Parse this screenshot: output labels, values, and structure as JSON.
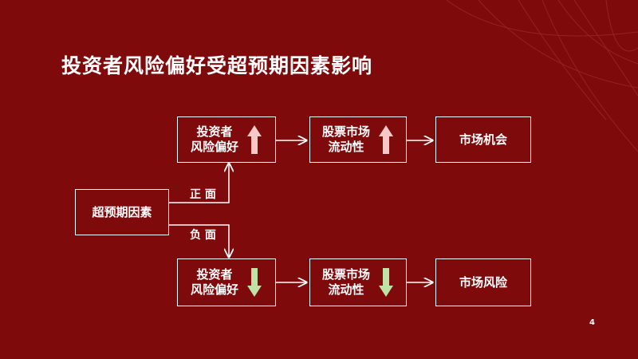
{
  "slide": {
    "title": "投资者风险偏好受超预期因素影响",
    "page_number": "4"
  },
  "diagram": {
    "source": {
      "label": "超预期因素"
    },
    "branch_positive": {
      "edge_label": "正 面",
      "investor": {
        "line1": "投资者",
        "line2": "风险偏好",
        "trend": "up"
      },
      "market": {
        "line1": "股票市场",
        "line2": "流动性",
        "trend": "up"
      },
      "result": {
        "label": "市场机会"
      }
    },
    "branch_negative": {
      "edge_label": "负 面",
      "investor": {
        "line1": "投资者",
        "line2": "风险偏好",
        "trend": "down"
      },
      "market": {
        "line1": "股票市场",
        "line2": "流动性",
        "trend": "down"
      },
      "result": {
        "label": "市场风险"
      }
    }
  },
  "colors": {
    "background": "#7e0a0c",
    "up_arrow": "#f6c9c6",
    "down_arrow": "#bfe3a6",
    "box_border": "#ffffff"
  }
}
